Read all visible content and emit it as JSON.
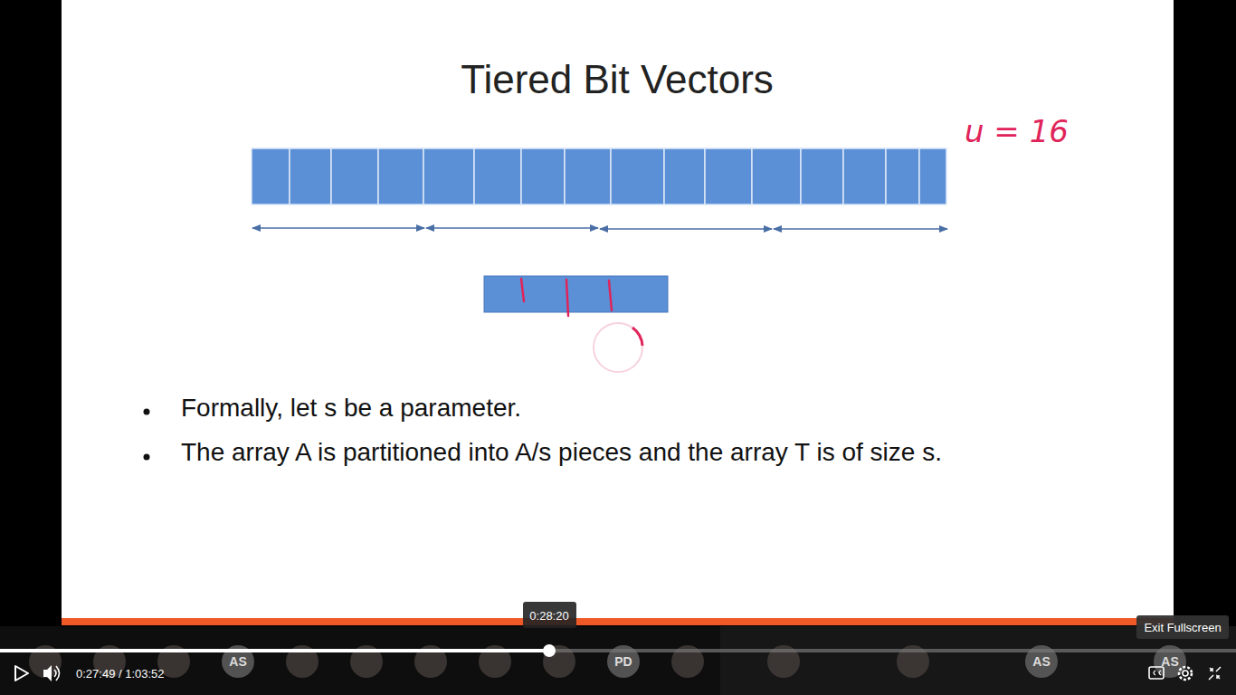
{
  "diagram": {
    "title": "Tiered Bit Vectors",
    "labels": [
      "u = 16",
      "Formally, let s be a parameter.",
      "The array A is partitioned into A/s pieces and the array T is of size s.",
      "0:28:20",
      "0:27:49 / 1:03:52",
      "Exit Fullscreen",
      "AS",
      "PD",
      "AS",
      "AS"
    ]
  }
}
